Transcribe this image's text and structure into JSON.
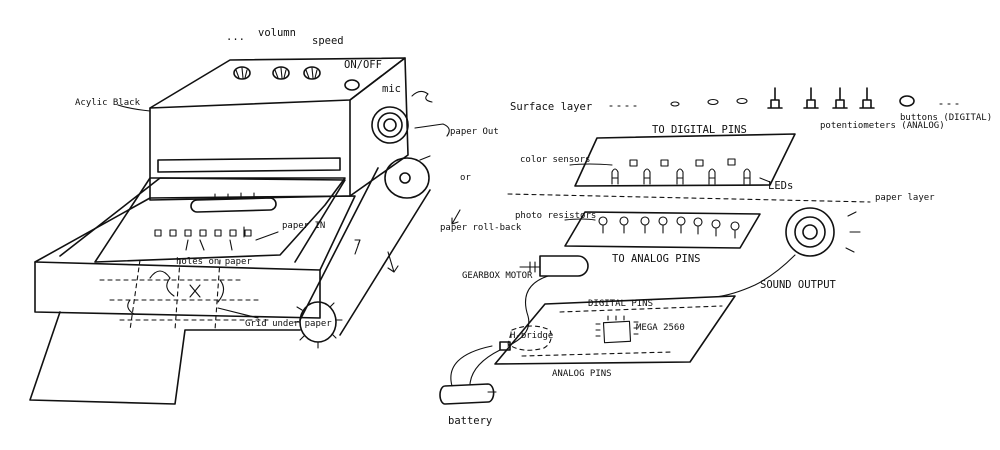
{
  "labels": {
    "dots": "...",
    "volume": "volumn",
    "speed": "speed",
    "onoff": "ON/OFF",
    "mic": "mic",
    "acrylic": "Acylic Black",
    "paper_out": "paper Out",
    "or": "or",
    "paper_rollback": "paper roll-back",
    "paper_in": "paper IN",
    "holes_on_paper": "holes on paper",
    "grid_under_paper": "Grid under paper",
    "surface_layer": "Surface layer",
    "to_digital_pins": "TO DIGITAL PINS",
    "color_sensors": "color sensors",
    "leds": "LEDs",
    "potentiometers": "potentiometers (ANALOG)",
    "buttons": "buttons (DIGITAL)",
    "paper_layer": "paper layer",
    "photo_resistors": "photo resistors",
    "to_analog_pins": "TO ANALOG PINS",
    "gearbox_motor": "GEARBOX MOTOR",
    "sound_output": "SOUND OUTPUT",
    "digital_pins": "DIGITAL PINS",
    "h_bridge": "H-bridge",
    "mega": "MEGA 2560",
    "analog_pins": "ANALOG PINS",
    "battery": "battery"
  }
}
